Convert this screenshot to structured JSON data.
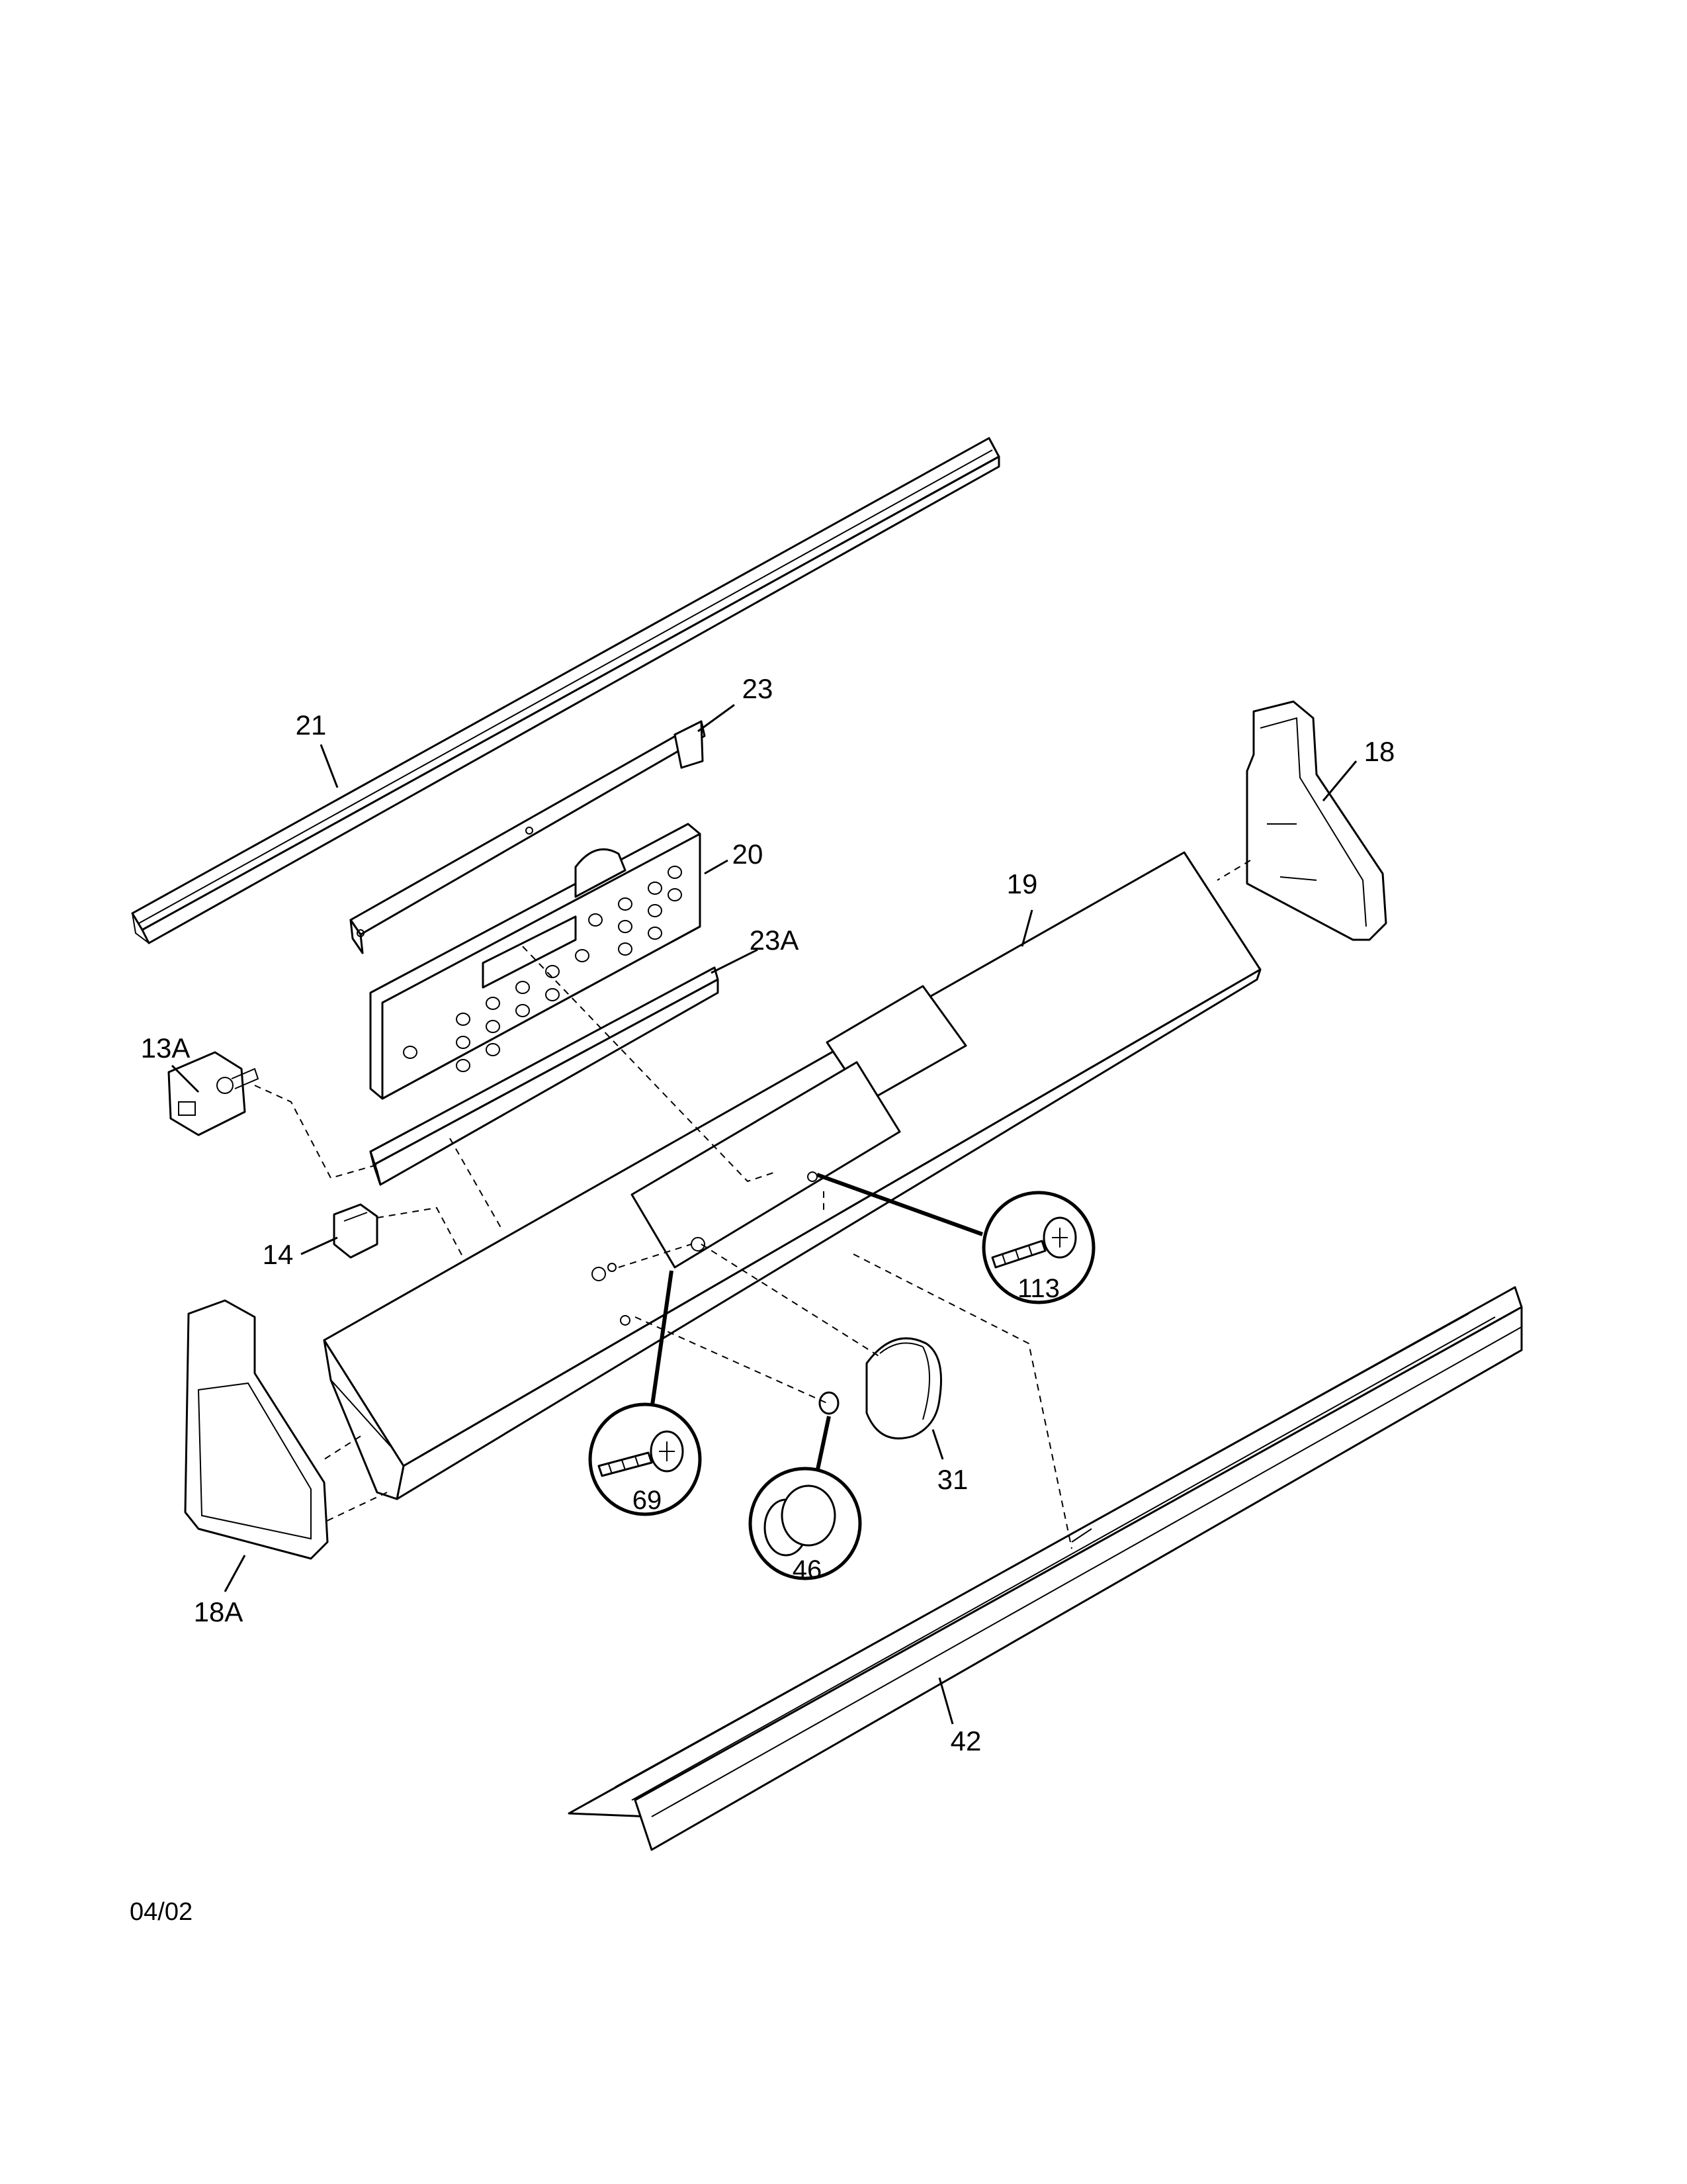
{
  "diagram": {
    "callouts": [
      {
        "id": "21",
        "label": "21"
      },
      {
        "id": "23",
        "label": "23"
      },
      {
        "id": "18",
        "label": "18"
      },
      {
        "id": "20",
        "label": "20"
      },
      {
        "id": "19",
        "label": "19"
      },
      {
        "id": "23A",
        "label": "23A"
      },
      {
        "id": "13A",
        "label": "13A"
      },
      {
        "id": "14",
        "label": "14"
      },
      {
        "id": "113",
        "label": "113"
      },
      {
        "id": "69",
        "label": "69"
      },
      {
        "id": "31",
        "label": "31"
      },
      {
        "id": "46",
        "label": "46"
      },
      {
        "id": "18A",
        "label": "18A"
      },
      {
        "id": "42",
        "label": "42"
      }
    ]
  },
  "footer": {
    "date_code": "04/02"
  }
}
